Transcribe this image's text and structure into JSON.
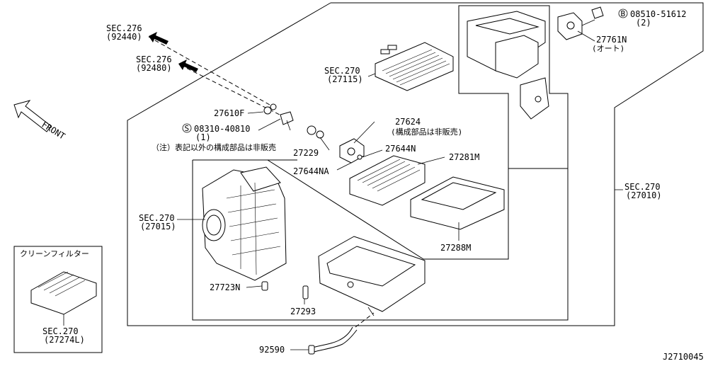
{
  "diagram_id": "J2710045",
  "front_label": "FRONT",
  "note": "（注）表記以外の構成部品は非販売",
  "callouts": {
    "sec276_a": {
      "line1": "SEC.276",
      "line2": "(92440)"
    },
    "sec276_b": {
      "line1": "SEC.276",
      "line2": "(92480)"
    },
    "sec270_27115": {
      "line1": "SEC.270",
      "line2": "(27115)"
    },
    "sec270_27015": {
      "line1": "SEC.270",
      "line2": "(27015)"
    },
    "sec270_27010": {
      "line1": "SEC.270",
      "line2": "(27010)"
    },
    "p27610F": "27610F",
    "p08310": {
      "symbol": "S",
      "line1": "08310-40810",
      "line2": "(1)"
    },
    "p08510": {
      "symbol": "B",
      "line1": "08510-51612",
      "line2": "(2)"
    },
    "p27761N": {
      "line1": "27761N",
      "line2": "(オート)"
    },
    "p27624": {
      "line1": "27624",
      "line2": "(構成部品は非販売)"
    },
    "p27644N": "27644N",
    "p27644NA": "27644NA",
    "p27229": "27229",
    "p27281M": "27281M",
    "p27288M": "27288M",
    "p27723N": "27723N",
    "p27293": "27293",
    "p92590": "92590"
  },
  "inset": {
    "title": "クリーンフィルター",
    "line1": "SEC.270",
    "line2": "(27274L)"
  }
}
